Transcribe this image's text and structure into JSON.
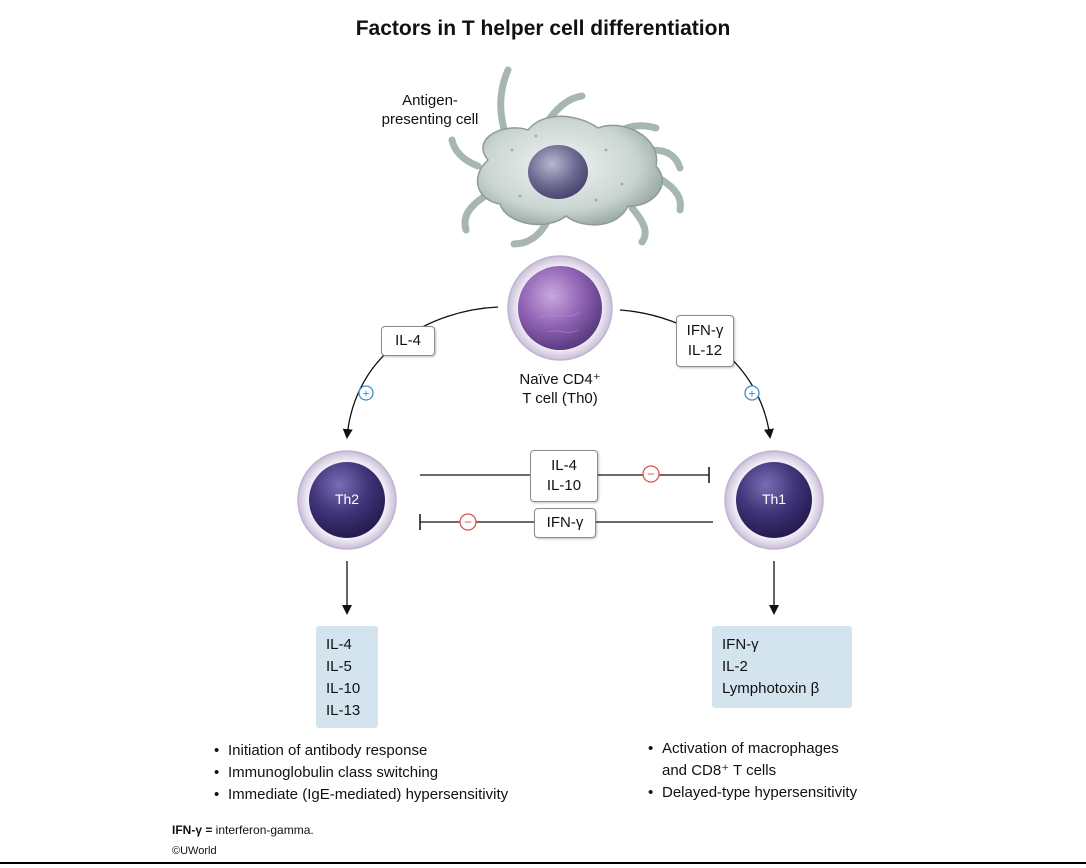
{
  "title": "Factors in T helper cell differentiation",
  "apc_label": [
    "Antigen-",
    "presenting cell"
  ],
  "naive_label": [
    "Naïve CD4⁺",
    "T cell (Th0)"
  ],
  "left_signal": "IL-4",
  "right_signal": [
    "IFN-γ",
    "IL-12"
  ],
  "th2_label": "Th2",
  "th1_label": "Th1",
  "top_inhibitor": [
    "IL-4",
    "IL-10"
  ],
  "bottom_inhibitor": "IFN-γ",
  "th2_cytokines": [
    "IL-4",
    "IL-5",
    "IL-10",
    "IL-13"
  ],
  "th1_cytokines": [
    "IFN-γ",
    "IL-2",
    "Lymphotoxin β"
  ],
  "th2_effects": [
    "Initiation of antibody response",
    "Immunoglobulin class switching",
    "Immediate (IgE-mediated) hypersensitivity"
  ],
  "th1_effects": [
    [
      "Activation of macrophages",
      "and CD8⁺ T cells"
    ],
    [
      "Delayed-type hypersensitivity"
    ]
  ],
  "footnote_term": "IFN-γ =",
  "footnote_def": " interferon-gamma.",
  "copyright": "©UWorld",
  "stimulate_symbol": "+",
  "inhibit_symbol": "−",
  "colors": {
    "cyto_box": "#d3e4ef",
    "plus": "#3a8fc9",
    "minus": "#d9534f",
    "cell_dark": "#3b2f66"
  }
}
